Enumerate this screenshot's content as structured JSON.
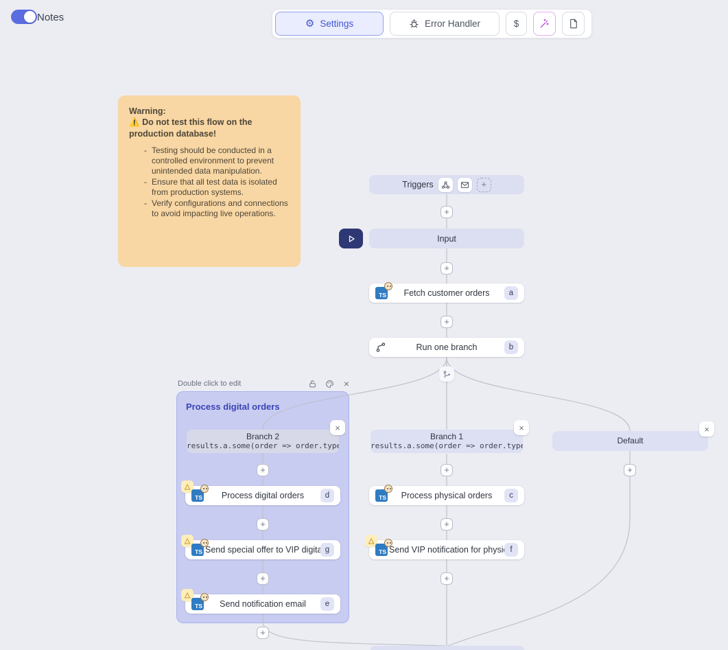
{
  "topbar": {
    "notes_label": "Notes",
    "settings": "Settings",
    "error_handler": "Error Handler",
    "dollar": "$"
  },
  "note": {
    "title": "Warning:",
    "warning_icon": "⚠️",
    "alert": "Do not test this flow on the production database!",
    "bullets": [
      "Testing should be conducted in a controlled environment to prevent unintended data manipulation.",
      "Ensure that all test data is isolated from production systems.",
      "Verify configurations and connections to avoid impacting live operations."
    ]
  },
  "flow": {
    "triggers": {
      "label": "Triggers"
    },
    "input": {
      "label": "Input"
    },
    "steps": {
      "fetch": {
        "label": "Fetch customer orders",
        "badge": "a"
      },
      "run_branch": {
        "label": "Run one branch",
        "badge": "b"
      },
      "process_digital": {
        "label": "Process digital orders",
        "badge": "d"
      },
      "send_offer": {
        "label": "Send special offer to VIP digital c...",
        "badge": "g"
      },
      "send_email": {
        "label": "Send notification email",
        "badge": "e"
      },
      "process_physical": {
        "label": "Process physical orders",
        "badge": "c"
      },
      "send_vip": {
        "label": "Send VIP notification for physical...",
        "badge": "f"
      }
    },
    "group": {
      "hint": "Double click to edit",
      "title": "Process digital orders"
    },
    "branch2": {
      "name": "Branch 2",
      "condition": "results.a.some(order => order.type"
    },
    "branch1": {
      "name": "Branch 1",
      "condition": "results.a.some(order => order.type"
    },
    "default_branch": {
      "name": "Default"
    }
  },
  "misc": {
    "ts_logo": "TS"
  },
  "icons": {
    "toolbar": [
      "gear-icon",
      "bug-icon",
      "dollar-label",
      "magic-wand-icon",
      "document-icon"
    ],
    "triggers": [
      "webhook-icon",
      "mail-icon",
      "add-trigger-plus"
    ],
    "group_header": [
      "unlock-icon",
      "palette-icon",
      "close-icon"
    ],
    "node": [
      "typescript-icon",
      "emoji-badge",
      "warning-triangle-badge",
      "git-branch-icon",
      "play-icon"
    ]
  },
  "colors": {
    "background": "#ecedf2",
    "accent_indigo": "#4453d8",
    "toggle_on": "#5b6ce0",
    "note_bg": "#f8d7a4",
    "group_purple": "#c7ccf4",
    "lavender_node": "#dcdff2",
    "warning_badge_bg": "#fceebd",
    "warning_badge_fg": "#d09a1f",
    "wand_purple": "#b73ad6",
    "connector": "#bfc1cd",
    "ts_blue": "#2f7bc3"
  }
}
